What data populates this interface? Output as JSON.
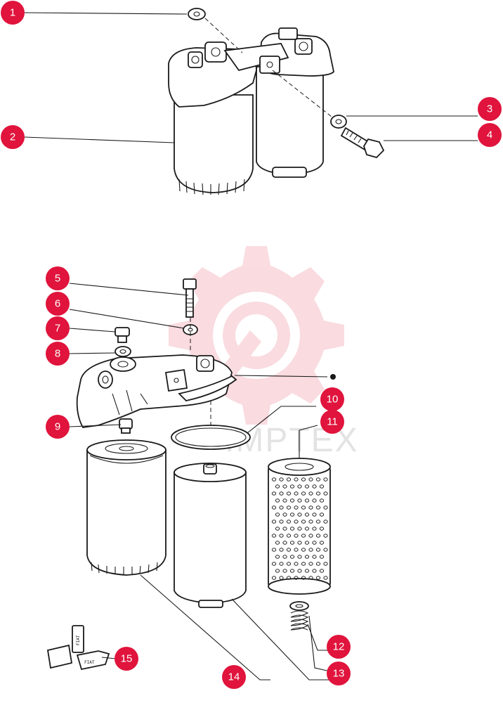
{
  "callouts": [
    {
      "id": "1",
      "label": "1"
    },
    {
      "id": "2",
      "label": "2"
    },
    {
      "id": "3",
      "label": "3"
    },
    {
      "id": "4",
      "label": "4"
    },
    {
      "id": "5",
      "label": "5"
    },
    {
      "id": "6",
      "label": "6"
    },
    {
      "id": "7",
      "label": "7"
    },
    {
      "id": "8",
      "label": "8"
    },
    {
      "id": "9",
      "label": "9"
    },
    {
      "id": "10",
      "label": "10"
    },
    {
      "id": "11",
      "label": "11"
    },
    {
      "id": "12",
      "label": "12"
    },
    {
      "id": "13",
      "label": "13"
    },
    {
      "id": "14",
      "label": "14"
    },
    {
      "id": "15",
      "label": "15"
    }
  ],
  "watermark": {
    "text": "IMPTEX",
    "color": "#e0143c"
  },
  "tag_text": "FIAT",
  "colors": {
    "callout": "#e0143c",
    "line": "#1a1a1a",
    "watermark_gear": "#f6c9cf"
  }
}
